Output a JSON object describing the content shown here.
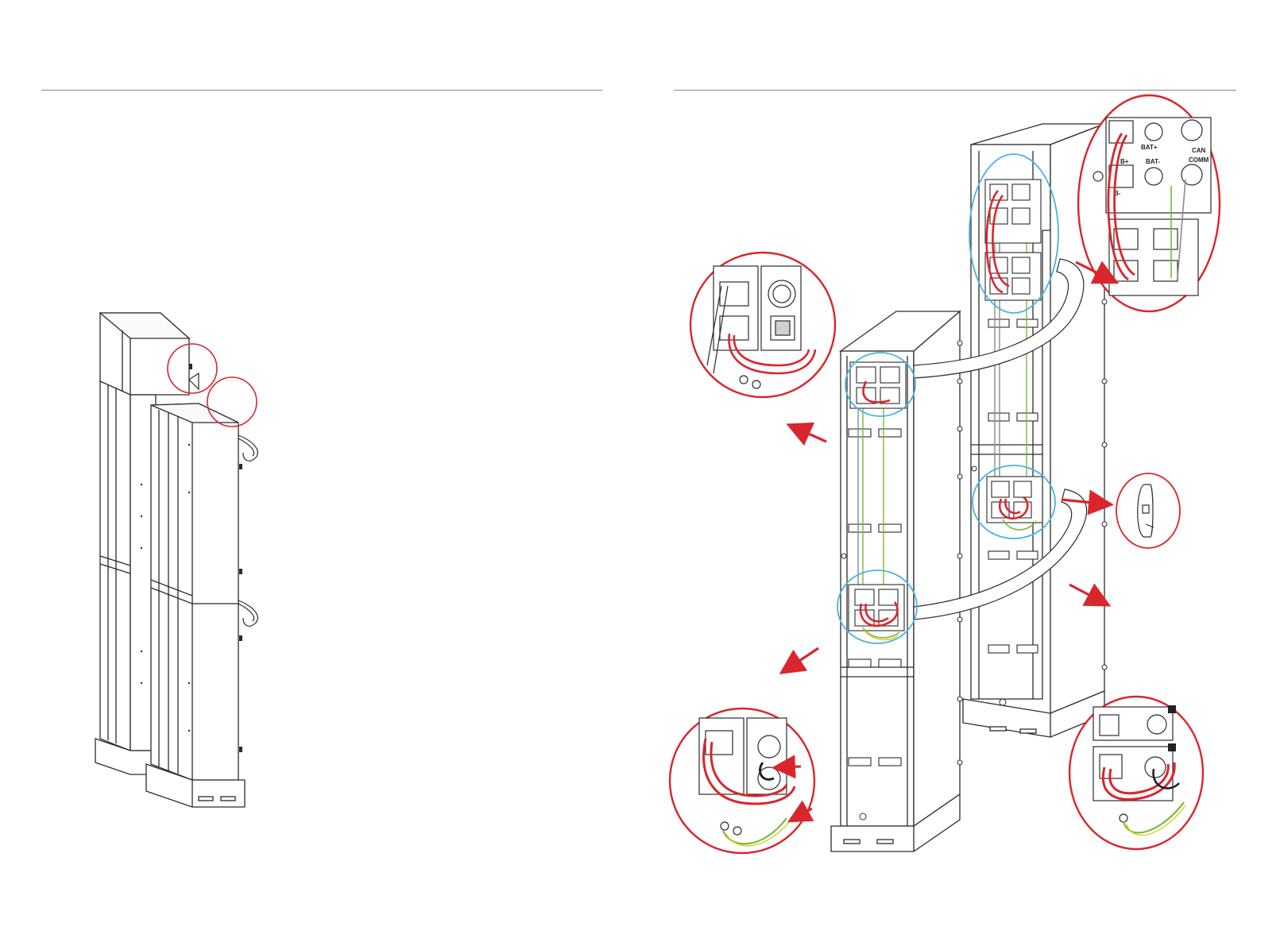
{
  "figure": {
    "zoom_labels": {
      "b_plus": "B+",
      "bat_plus": "BAT+",
      "can": "CAN",
      "b_minus": "B-",
      "bat_minus": "BAT-",
      "comm": "COMM"
    }
  },
  "colors": {
    "callout": "#d9262c",
    "highlight": "#4ab3e0",
    "ground": "#7ab83c",
    "ground_alt": "#d8d020",
    "outline": "#2b2b2b",
    "rule": "#8a8a8a"
  },
  "icons": [
    "arrow-icon",
    "cable-clip-icon",
    "ground-screw-icon"
  ]
}
